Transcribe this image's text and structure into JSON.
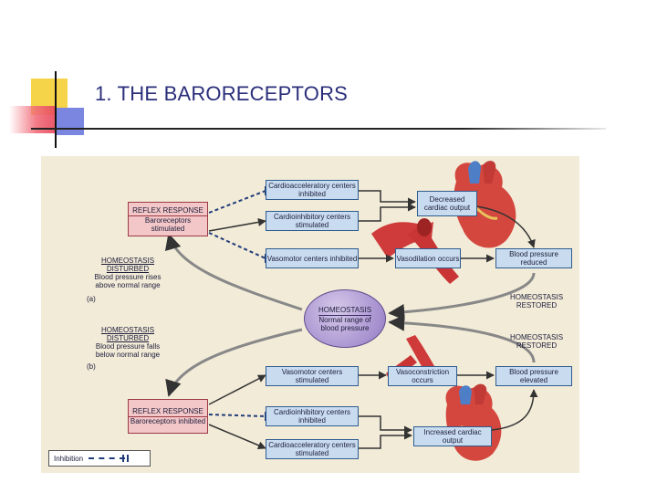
{
  "slide": {
    "title": "1. THE BARORECEPTORS"
  },
  "diagram": {
    "reflex_top": {
      "title": "REFLEX RESPONSE",
      "sub": "Baroreceptors stimulated"
    },
    "reflex_bottom": {
      "title": "REFLEX RESPONSE",
      "sub": "Baroreceptors inhibited"
    },
    "top_boxes": {
      "cardioaccel": "Cardioacceleratory centers inhibited",
      "cardioinhib": "Cardioinhibitory centers stimulated",
      "vasomotor": "Vasomotor centers inhibited",
      "decreased_output": "Decreased cardiac output",
      "vasodilation": "Vasodilation occurs",
      "bp_reduced": "Blood pressure reduced"
    },
    "bottom_boxes": {
      "vasomotor": "Vasomotor centers stimulated",
      "vasoconstriction": "Vasoconstriction occurs",
      "bp_elevated": "Blood pressure elevated",
      "cardioinhib": "Cardioinhibitory centers inhibited",
      "cardioaccel": "Cardioacceleratory centers stimulated",
      "increased_output": "Increased cardiac output"
    },
    "homeostasis": {
      "title": "HOMEOSTASIS",
      "sub": "Normal range of blood pressure"
    },
    "disturbed_top": {
      "title": "HOMEOSTASIS DISTURBED",
      "sub": "Blood pressure rises above normal range",
      "panel": "(a)"
    },
    "disturbed_bottom": {
      "title": "HOMEOSTASIS DISTURBED",
      "sub": "Blood pressure falls below normal range",
      "panel": "(b)"
    },
    "restored_top": "HOMEOSTASIS RESTORED",
    "restored_bottom": "HOMEOSTASIS RESTORED",
    "legend": "Inhibition"
  }
}
